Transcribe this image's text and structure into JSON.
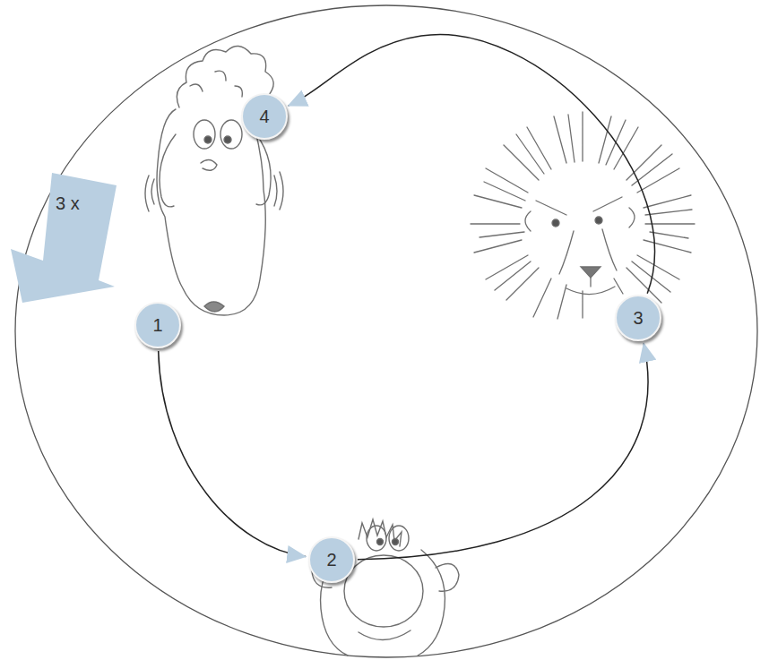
{
  "diagram": {
    "nodes": [
      {
        "text": [
          "3 x"
        ]
      },
      {
        "text": [
          "1"
        ]
      },
      {
        "text": [
          "2"
        ]
      },
      {
        "text": [
          "3"
        ]
      },
      {
        "text": [
          "4"
        ]
      }
    ],
    "edges": [
      {
        "from": 1,
        "to": 2,
        "arrow": "to"
      },
      {
        "from": 2,
        "to": 3,
        "arrow": "to"
      },
      {
        "from": 3,
        "to": 4,
        "arrow": "to"
      }
    ]
  }
}
